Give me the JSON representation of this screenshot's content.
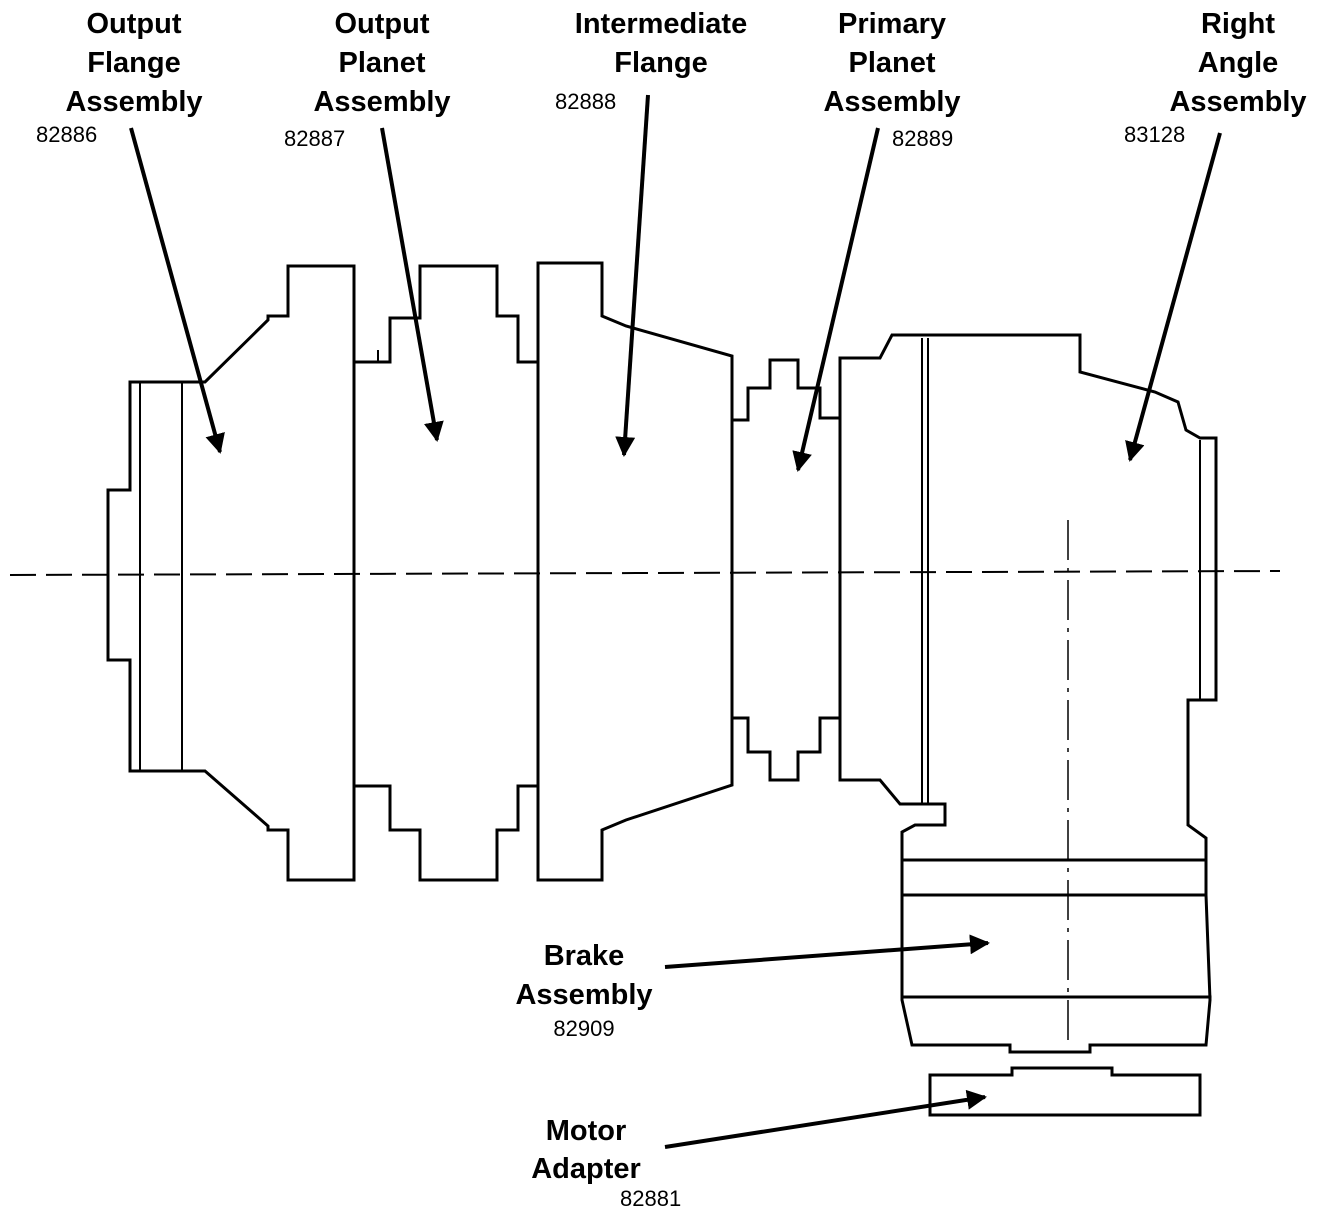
{
  "labels": {
    "output_flange": {
      "title": [
        "Output",
        "Flange",
        "Assembly"
      ],
      "part": "82886"
    },
    "output_planet": {
      "title": [
        "Output",
        "Planet",
        "Assembly"
      ],
      "part": "82887"
    },
    "intermediate_flange": {
      "title": [
        "Intermediate",
        "Flange"
      ],
      "part": "82888"
    },
    "primary_planet": {
      "title": [
        "Primary",
        "Planet",
        "Assembly"
      ],
      "part": "82889"
    },
    "right_angle": {
      "title": [
        "Right",
        "Angle",
        "Assembly"
      ],
      "part": "83128"
    },
    "brake": {
      "title": [
        "Brake",
        "Assembly"
      ],
      "part": "82909"
    },
    "motor_adapter": {
      "title": [
        "Motor",
        "Adapter"
      ],
      "part": "82881"
    }
  },
  "colors": {
    "ink": "#000000",
    "background": "#ffffff"
  }
}
